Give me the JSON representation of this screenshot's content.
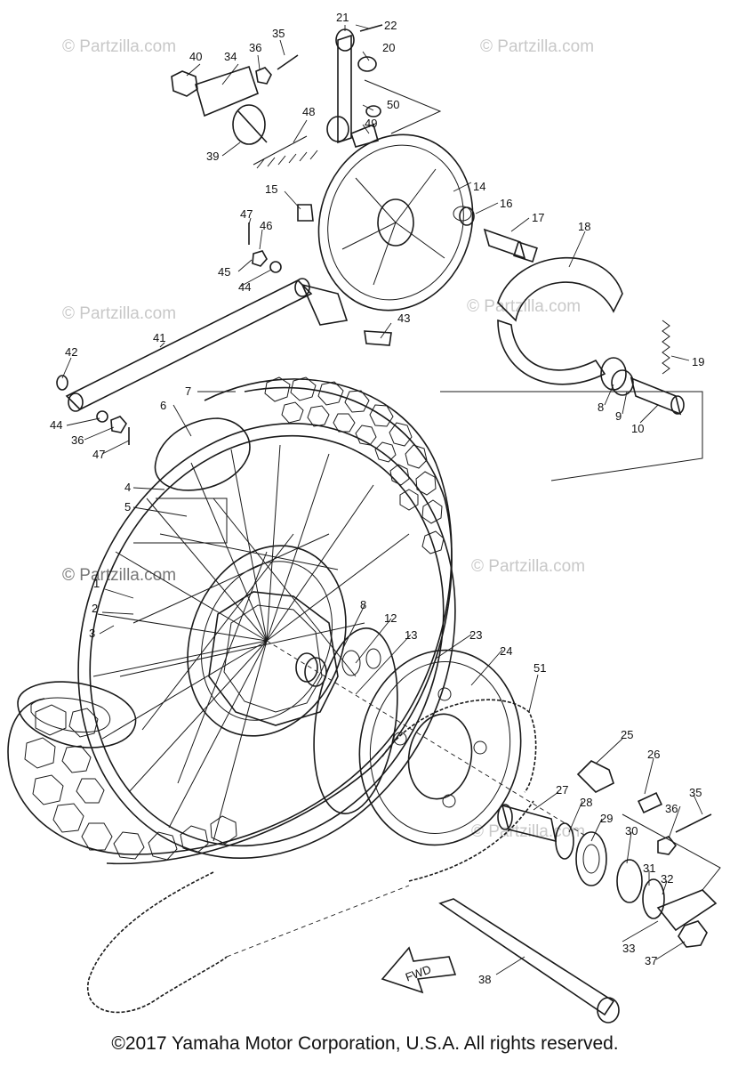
{
  "watermark": "© Partzilla.com",
  "fwd_label": "FWD",
  "copyright": "©2017  Yamaha Motor Corporation, U.S.A. All rights reserved.",
  "callouts": {
    "c1": "1",
    "c2": "2",
    "c3": "3",
    "c4": "4",
    "c5": "5",
    "c6": "6",
    "c7": "7",
    "c8a": "8",
    "c8b": "8",
    "c9": "9",
    "c10": "10",
    "c12": "12",
    "c13": "13",
    "c14": "14",
    "c15": "15",
    "c16": "16",
    "c17": "17",
    "c18": "18",
    "c19": "19",
    "c20": "20",
    "c21": "21",
    "c22": "22",
    "c23": "23",
    "c24": "24",
    "c25": "25",
    "c26": "26",
    "c27": "27",
    "c28": "28",
    "c29": "29",
    "c30": "30",
    "c31": "31",
    "c32": "32",
    "c33": "33",
    "c34": "34",
    "c35a": "35",
    "c35b": "35",
    "c36a": "36",
    "c36b": "36",
    "c36c": "36",
    "c37": "37",
    "c38": "38",
    "c39": "39",
    "c40": "40",
    "c41": "41",
    "c42": "42",
    "c43": "43",
    "c44a": "44",
    "c44b": "44",
    "c45": "45",
    "c46": "46",
    "c47a": "47",
    "c47b": "47",
    "c48": "48",
    "c49": "49",
    "c50": "50",
    "c51": "51"
  }
}
